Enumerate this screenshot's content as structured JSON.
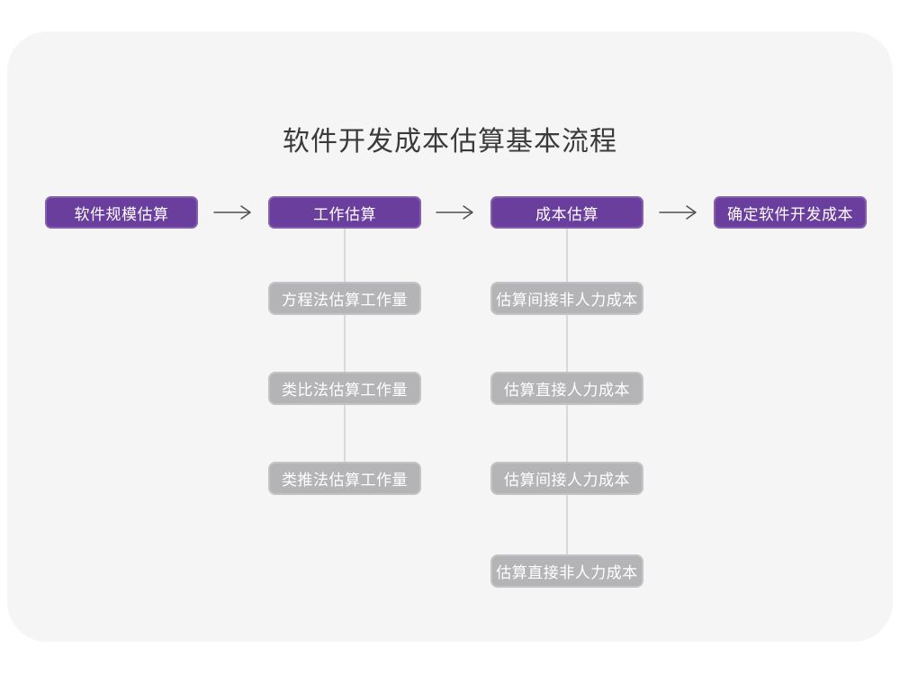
{
  "title": "软件开发成本估算基本流程",
  "colors": {
    "page_bg": "#ffffff",
    "card_bg": "#f5f5f6",
    "primary": "#6a3e9c",
    "sub_node": "#b4b4b6",
    "connector": "#d9d9da",
    "arrow": "#4f4f4f",
    "title_color": "#3a3a3a",
    "node_text": "#ffffff"
  },
  "flow": {
    "main_nodes": [
      {
        "label": "软件规模估算"
      },
      {
        "label": "工作估算"
      },
      {
        "label": "成本估算"
      },
      {
        "label": "确定软件开发成本"
      }
    ],
    "work_estimation_methods": [
      {
        "label": "方程法估算工作量"
      },
      {
        "label": "类比法估算工作量"
      },
      {
        "label": "类推法估算工作量"
      }
    ],
    "cost_estimation_steps": [
      {
        "label": "估算间接非人力成本"
      },
      {
        "label": "估算直接人力成本"
      },
      {
        "label": "估算间接人力成本"
      },
      {
        "label": "估算直接非人力成本"
      }
    ]
  }
}
